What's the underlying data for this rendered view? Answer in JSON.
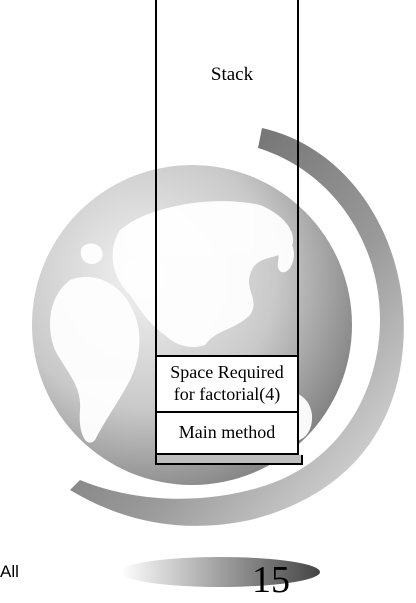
{
  "stack": {
    "title": "Stack",
    "frames": [
      {
        "label_line1": "Space  Required",
        "label_line2": "for factorial(4)"
      },
      {
        "label": "Main method"
      }
    ]
  },
  "footer": {
    "page_number": "15",
    "corner_text": "All"
  }
}
